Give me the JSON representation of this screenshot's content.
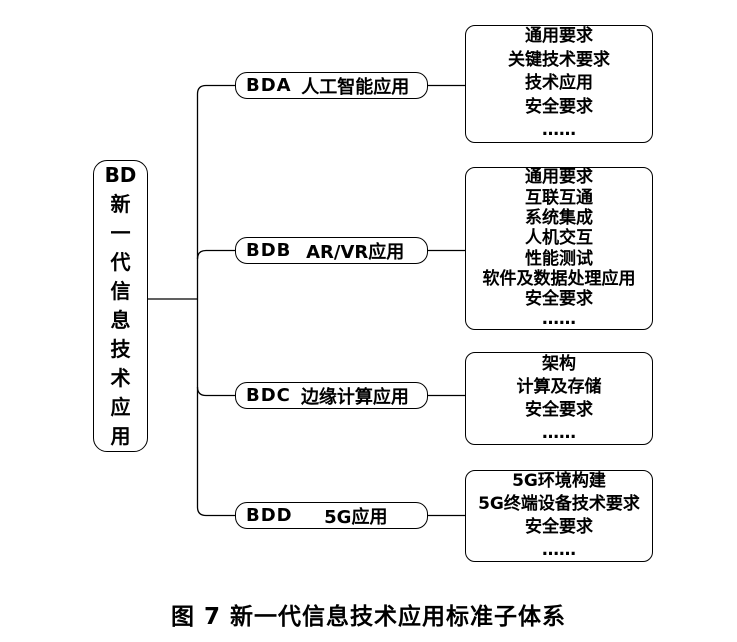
{
  "figure": {
    "root": {
      "lines": [
        "BD",
        "新",
        "一",
        "代",
        "信",
        "息",
        "技",
        "术",
        "应",
        "用"
      ]
    },
    "rows": [
      {
        "code": "BDA",
        "name": "人工智能应用",
        "items": [
          "通用要求",
          "关键技术要求",
          "技术应用",
          "安全要求",
          "……"
        ]
      },
      {
        "code": "BDB",
        "name": "AR/VR应用",
        "items": [
          "通用要求",
          "互联互通",
          "系统集成",
          "人机交互",
          "性能测试",
          "软件及数据处理应用",
          "安全要求",
          "……"
        ]
      },
      {
        "code": "BDC",
        "name": "边缘计算应用",
        "items": [
          "架构",
          "计算及存储",
          "安全要求",
          "……"
        ]
      },
      {
        "code": "BDD",
        "name": "5G应用",
        "items": [
          "5G环境构建",
          "5G终端设备技术要求",
          "安全要求",
          "……"
        ]
      }
    ],
    "caption": "图 7 新一代信息技术应用标准子体系"
  },
  "colors": {
    "background": "#ffffff",
    "line": "#000000",
    "text": "#000000"
  }
}
